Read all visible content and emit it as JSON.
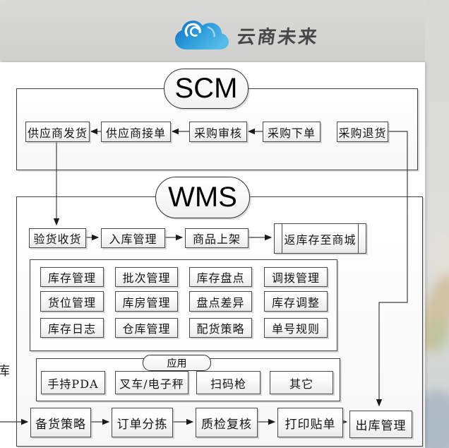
{
  "logo": {
    "name": "云商未来",
    "icon": "cloud-swirl-icon",
    "color": "#2196d6"
  },
  "scm": {
    "title": "SCM",
    "flow": [
      "供应商发货",
      "供应商接单",
      "采购审核",
      "采购下单",
      "采购退货"
    ]
  },
  "wms": {
    "title": "WMS",
    "inbound": [
      "验货收货",
      "入库管理",
      "商品上架"
    ],
    "return_to_mall": "返库存至商城",
    "modules": [
      [
        "库存管理",
        "批次管理",
        "库存盘点",
        "调拨管理"
      ],
      [
        "货位管理",
        "库房管理",
        "盘点差异",
        "库存调整"
      ],
      [
        "库存日志",
        "仓库管理",
        "配货策略",
        "单号规则"
      ]
    ],
    "apps": {
      "title": "应用",
      "items": [
        "手持PDA",
        "叉车/电子秤",
        "扫码枪",
        "其它"
      ]
    },
    "outbound": [
      "备货策略",
      "订单分拣",
      "质检复核",
      "打印贴单",
      "出库管理"
    ]
  },
  "edge_label": "库",
  "colors": {
    "line": "#3d3d3d",
    "panel": "#ffffff",
    "backdrop": "#d6d6d4",
    "logo_blue_dark": "#0f6ec2",
    "logo_blue_light": "#55bce8"
  }
}
